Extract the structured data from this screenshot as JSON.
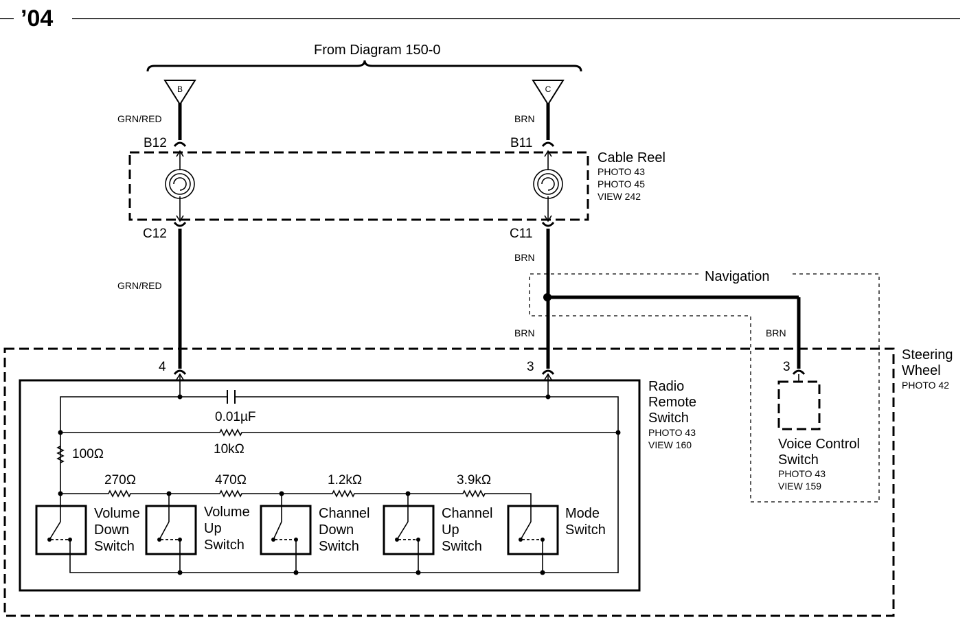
{
  "header": {
    "year": "’04"
  },
  "source": {
    "from_label": "From  Diagram 150-0",
    "left_terminal": "B",
    "right_terminal": "C"
  },
  "wires": {
    "left_top_color": "GRN/RED",
    "right_top_color": "BRN",
    "left_mid_color": "GRN/RED",
    "right_mid_color": "BRN",
    "right_low_color": "BRN",
    "nav_branch_color": "BRN"
  },
  "connectors": {
    "b12": "B12",
    "b11": "B11",
    "c12": "C12",
    "c11": "C11",
    "pin_4": "4",
    "pin_3": "3",
    "pin_vc_3": "3"
  },
  "cable_reel": {
    "title": "Cable Reel",
    "refs": [
      "PHOTO 43",
      "PHOTO 45",
      "VIEW 242"
    ]
  },
  "navigation": {
    "label": "Navigation"
  },
  "steering_wheel": {
    "title_lines": [
      "Steering",
      "Wheel"
    ],
    "ref": "PHOTO 42"
  },
  "radio_remote_switch": {
    "title_lines": [
      "Radio",
      "Remote",
      "Switch"
    ],
    "refs": [
      "PHOTO 43",
      "VIEW 160"
    ]
  },
  "voice_control_switch": {
    "title_lines": [
      "Voice Control",
      "Switch"
    ],
    "refs": [
      "PHOTO 43",
      "VIEW 159"
    ]
  },
  "components": {
    "capacitor": "0.01µF",
    "r_10k": "10kΩ",
    "r_100": "100Ω",
    "r_270": "270Ω",
    "r_470": "470Ω",
    "r_1_2k": "1.2kΩ",
    "r_3_9k": "3.9kΩ"
  },
  "switches": [
    {
      "lines": [
        "Volume",
        "Down",
        "Switch"
      ]
    },
    {
      "lines": [
        "Volume",
        "Up",
        "Switch"
      ]
    },
    {
      "lines": [
        "Channel",
        "Down",
        "Switch"
      ]
    },
    {
      "lines": [
        "Channel",
        "Up",
        "Switch"
      ]
    },
    {
      "lines": [
        "Mode",
        "Switch"
      ]
    }
  ]
}
